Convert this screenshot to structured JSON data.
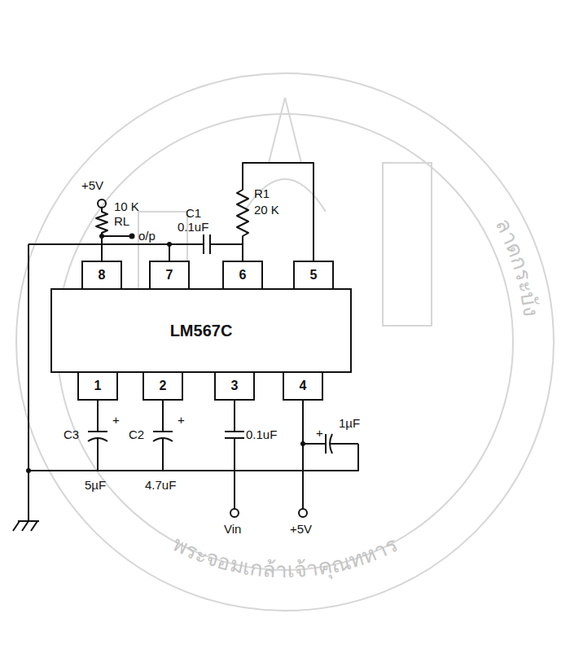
{
  "diagram": {
    "nodes": [
      {
        "text": [
          "8"
        ]
      },
      {
        "text": [
          "7"
        ]
      },
      {
        "text": [
          "6"
        ]
      },
      {
        "text": [
          "5"
        ]
      },
      {
        "text": [
          "LM567C"
        ]
      },
      {
        "text": [
          "1"
        ]
      },
      {
        "text": [
          "2"
        ]
      },
      {
        "text": [
          "3"
        ]
      },
      {
        "text": [
          "4"
        ]
      }
    ],
    "labels": [
      "+5V",
      "10 K",
      "RL",
      "o/p",
      "C1",
      "0.1uF",
      "R1",
      "20 K",
      "C3",
      "+",
      "5µF",
      "C2",
      "+",
      "4.7uF",
      "0.1uF",
      "Vin",
      "1µF",
      "+",
      "+5V",
      "พระจอมเกล้าเจ้าคุณทหาร",
      "ลาดกระบัง"
    ]
  }
}
